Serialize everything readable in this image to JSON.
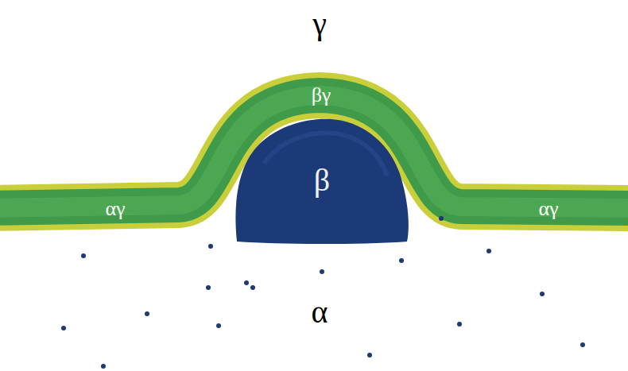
{
  "diagram": {
    "nodes": [
      {
        "text": [
          "β"
        ]
      }
    ],
    "labels": [
      "γ",
      "βγ",
      "αγ",
      "αγ",
      "α"
    ]
  }
}
